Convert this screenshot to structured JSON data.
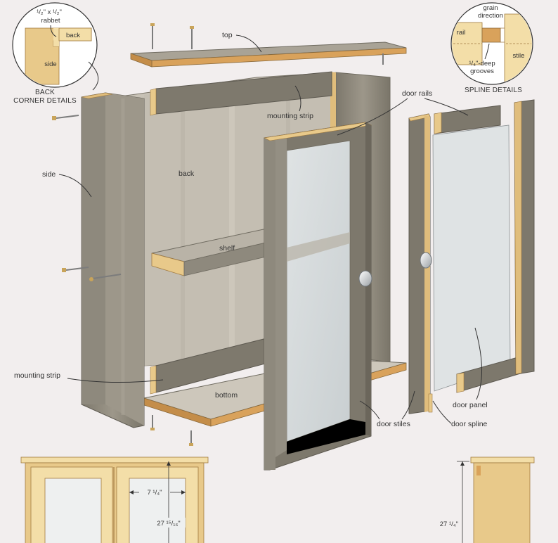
{
  "labels": {
    "top": "top",
    "mounting_strip_upper": "mounting strip",
    "mounting_strip_lower": "mounting strip",
    "door_rails": "door rails",
    "side": "side",
    "back": "back",
    "shelf": "shelf",
    "bottom": "bottom",
    "door_stiles": "door stiles",
    "door_panel": "door panel",
    "door_spline": "door spline"
  },
  "back_detail": {
    "rabbet_line1": "¹/₂\" x ¹/₂\"",
    "rabbet_line2": "rabbet",
    "back": "back",
    "side": "side",
    "caption_line1": "BACK",
    "caption_line2": "CORNER DETAILS"
  },
  "spline_detail": {
    "grain_line1": "grain",
    "grain_line2": "direction",
    "rail": "rail",
    "stile": "stile",
    "groove_line1": "¹/₄\"-deep",
    "groove_line2": "grooves",
    "caption": "SPLINE DETAILS"
  },
  "dimensions": {
    "front_width": "7 ¹/₄\"",
    "front_height": "27 ¹⁵/₁₆\"",
    "side_height": "27 ¹/₄\""
  },
  "colors": {
    "wood_gray": "#8b8679",
    "wood_gray_dark": "#6f6b60",
    "wood_gray_light": "#a9a396",
    "wood_tan": "#e8c98a",
    "wood_tan_light": "#f3dea8",
    "edge_orange": "#d9a25b",
    "glass": "#d3d8da",
    "background": "#f2eeee"
  }
}
